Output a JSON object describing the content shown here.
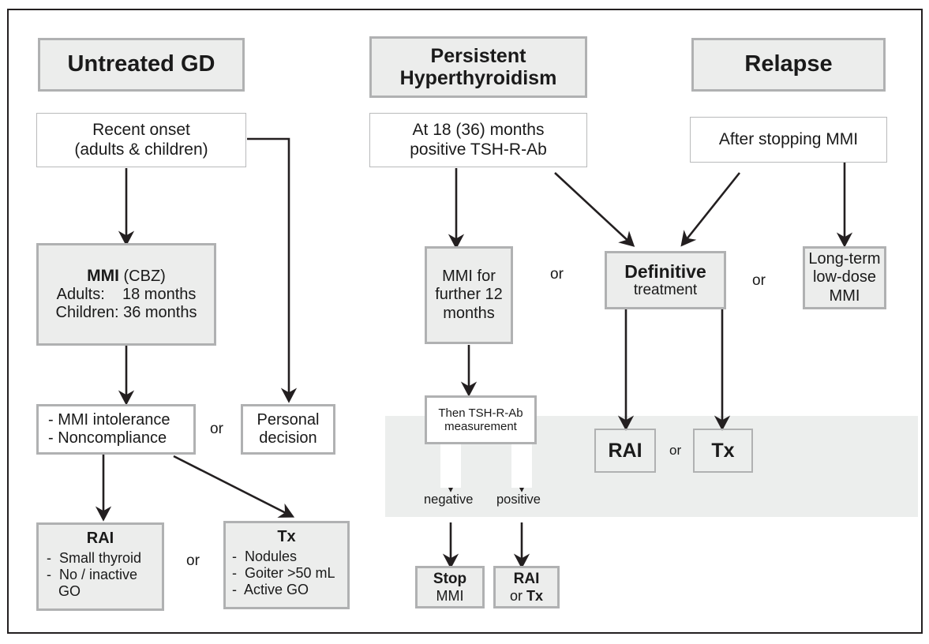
{
  "diagram": {
    "title_columns": [
      {
        "id": "untreated-gd",
        "label": "Untreated GD"
      },
      {
        "id": "persistent-hyperthyroidism",
        "line1": "Persistent",
        "line2": "Hyperthyroidism"
      },
      {
        "id": "relapse",
        "label": "Relapse"
      }
    ],
    "column1": {
      "recent_onset": {
        "line1": "Recent onset",
        "line2": "(adults & children)"
      },
      "mmi": {
        "line1_bold": "MMI",
        "line1_rest": " (CBZ)",
        "line2": "Adults:    18 months",
        "line3": "Children: 36 months"
      },
      "intolerance": {
        "line1": "- MMI intolerance",
        "line2": "- Noncompliance"
      },
      "or_1": "or",
      "personal_decision": {
        "line1": "Personal",
        "line2": "decision"
      },
      "rai": {
        "title": "RAI",
        "items": [
          "-  Small thyroid",
          "-  No / inactive",
          "   GO"
        ]
      },
      "or_2": "or",
      "tx": {
        "title": "Tx",
        "items": [
          "-  Nodules",
          "-  Goiter >50 mL",
          "-  Active GO"
        ]
      }
    },
    "column2": {
      "at_months": {
        "line1": "At 18 (36) months",
        "line2": "positive TSH-R-Ab"
      },
      "mmi_further": {
        "line1": "MMI for",
        "line2": "further 12",
        "line3": "months"
      },
      "or_1": "or",
      "then_measurement": {
        "line1": "Then TSH-R-Ab",
        "line2": "measurement"
      },
      "negative_label": "negative",
      "positive_label": "positive",
      "stop_mmi": {
        "line1_bold": "Stop",
        "line2": "MMI"
      },
      "rai_or_tx": {
        "line1_bold": "RAI",
        "line2_pre": "or ",
        "line2_bold": "Tx"
      }
    },
    "column3": {
      "after_stopping": "After stopping MMI",
      "definitive": {
        "line1_bold": "Definitive",
        "line2": "treatment"
      },
      "or_1": "or",
      "long_term": {
        "line1": "Long-term",
        "line2": "low-dose",
        "line3": "MMI"
      },
      "rai": "RAI",
      "or_2": "or",
      "tx": "Tx"
    },
    "colors": {
      "shaded_fill": "#ecedec",
      "box_border": "#b0b1b2",
      "thin_border": "#b9babb",
      "band_fill": "#eceeed",
      "frame_border": "#231f20",
      "text": "#1a1a1a",
      "arrow": "#231f20"
    }
  }
}
